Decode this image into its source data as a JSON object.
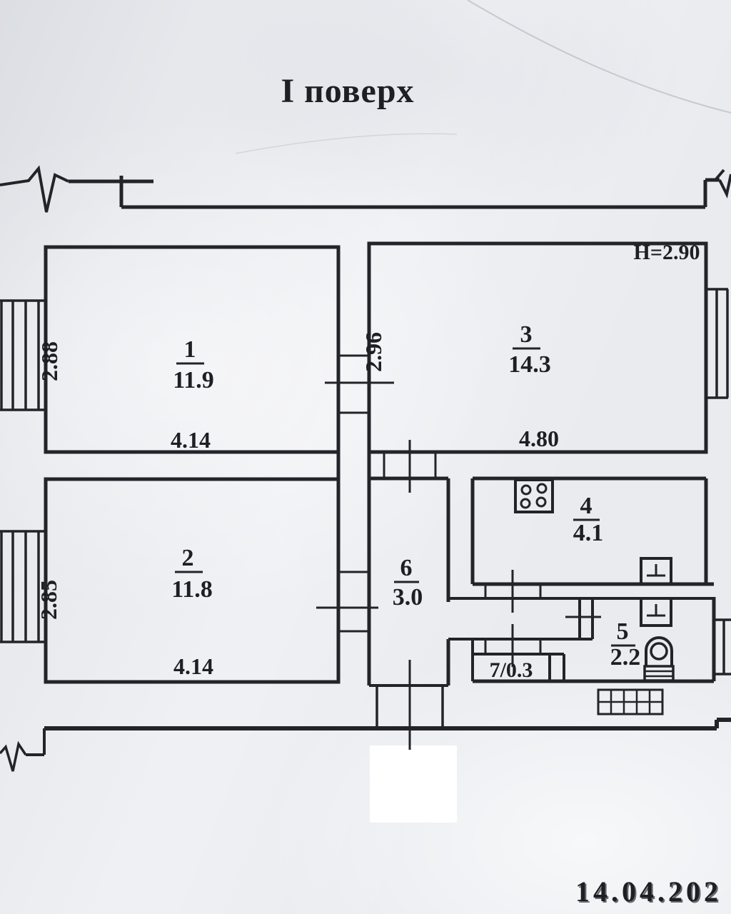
{
  "page": {
    "title": "І поверх",
    "ceiling_height": "Н=2.90",
    "watermark_date": "14.04.202",
    "rooms": {
      "r1": {
        "number": "1",
        "area": "11.9",
        "width": "4.14",
        "depth": "2.88"
      },
      "r2": {
        "number": "2",
        "area": "11.8",
        "width": "4.14",
        "depth": "2.85"
      },
      "r3": {
        "number": "3",
        "area": "14.3",
        "width": "4.80",
        "depth": "2.96"
      },
      "r4": {
        "number": "4",
        "area": "4.1"
      },
      "r5": {
        "number": "5",
        "area": "2.2"
      },
      "r6": {
        "number": "6",
        "area": "3.0"
      },
      "r7": {
        "label": "7/0.3"
      }
    },
    "icons": {
      "stove": "stove-burners-icon",
      "kitchen_sink": "washbasin-icon",
      "bath_sink": "washbasin-icon",
      "toilet": "toilet-icon",
      "radiator": "radiator-grid-icon",
      "window": "window-symbol",
      "wall_break": "break-line-symbol"
    }
  }
}
